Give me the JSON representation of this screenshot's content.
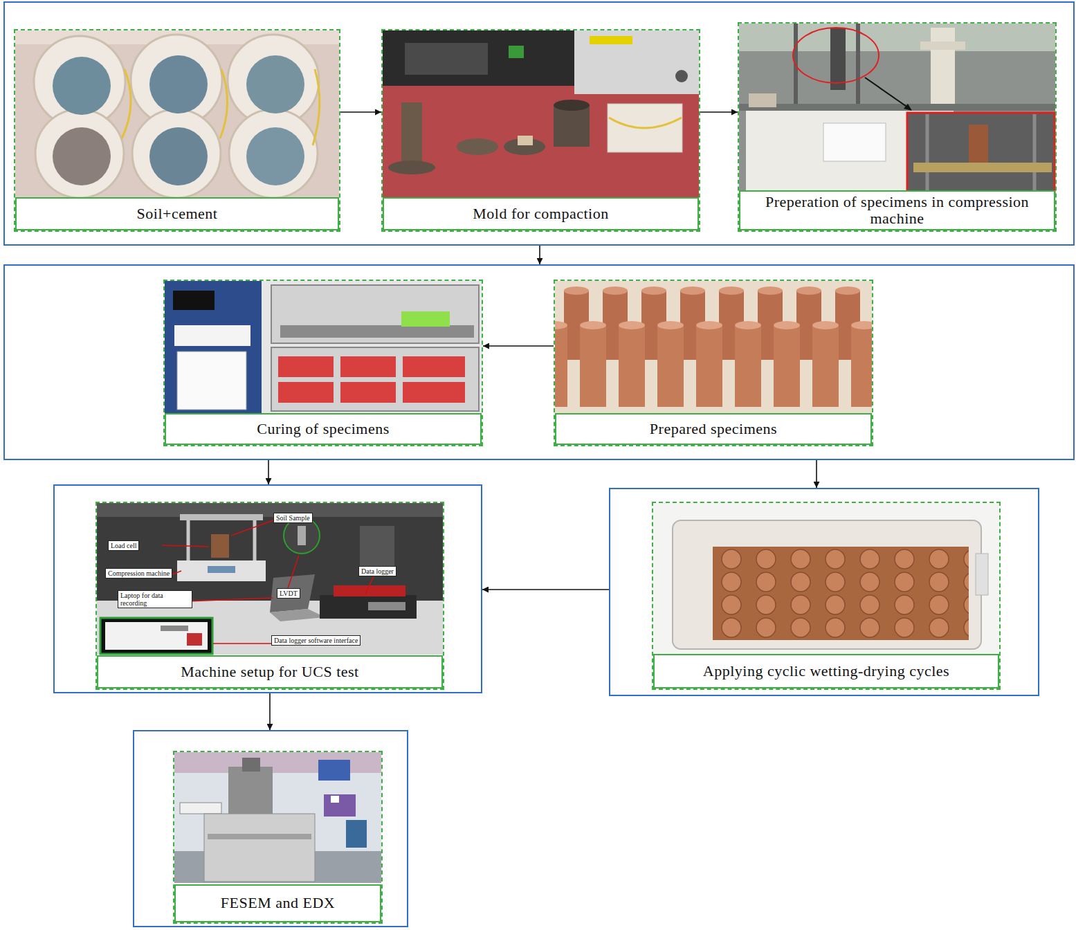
{
  "diagram": {
    "nodes": [
      {
        "text": []
      },
      {
        "text": [
          "Soil+cement"
        ],
        "in": 0
      },
      {
        "text": [
          "Mold for compaction"
        ],
        "in": 0
      },
      {
        "text": [
          "Preperation of specimens in compression machine"
        ],
        "in": 0
      },
      {
        "text": []
      },
      {
        "text": [
          "Curing of specimens"
        ],
        "in": 4
      },
      {
        "text": [
          "Prepared specimens"
        ],
        "in": 4
      },
      {
        "text": []
      },
      {
        "text": [
          "Machine setup for UCS test"
        ],
        "in": 7
      },
      {
        "text": []
      },
      {
        "text": [
          "Applying cyclic wetting-drying cycles"
        ],
        "in": 9
      },
      {
        "text": []
      },
      {
        "text": [
          "FESEM and EDX"
        ],
        "in": 11
      }
    ],
    "edges": [
      {
        "from": 1,
        "to": 2,
        "arrow": "to"
      },
      {
        "from": 2,
        "to": 3,
        "arrow": "to"
      },
      {
        "from": 0,
        "to": 4,
        "arrow": "to"
      },
      {
        "from": 6,
        "to": 5,
        "arrow": "to"
      },
      {
        "from": 4,
        "to": 7,
        "arrow": "to"
      },
      {
        "from": 4,
        "to": 9,
        "arrow": "to"
      },
      {
        "from": 9,
        "to": 7,
        "arrow": "to"
      },
      {
        "from": 7,
        "to": 11,
        "arrow": "to"
      }
    ],
    "labels": [
      "Soil Sample",
      "Load cell",
      "Compression machine",
      "LVDT",
      "Data logger",
      "Laptop for data recording",
      "Data logger software interface"
    ]
  }
}
